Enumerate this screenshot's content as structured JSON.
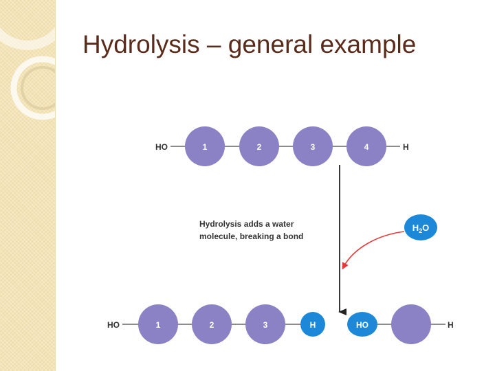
{
  "slide": {
    "title": "Hydrolysis – general example"
  },
  "diagram": {
    "top_chain": {
      "left_cap": "HO",
      "monomers": [
        "1",
        "2",
        "3",
        "4"
      ],
      "right_cap": "H"
    },
    "annotation": {
      "line1": "Hydrolysis adds a water",
      "line2": "molecule, breaking a bond"
    },
    "water": {
      "symbol_h": "H",
      "subscript": "2",
      "symbol_o": "O"
    },
    "bottom_chain": {
      "left_cap": "HO",
      "monomers": [
        "1",
        "2",
        "3"
      ],
      "released_h": "H",
      "released_ho": "HO",
      "right_cap": "H"
    },
    "colors": {
      "monomer": "#8b82c6",
      "water_blue": "#1e88d8",
      "bond_line": "#666666",
      "arrow_main": "#222222",
      "arrow_red": "#e03a3a"
    }
  }
}
